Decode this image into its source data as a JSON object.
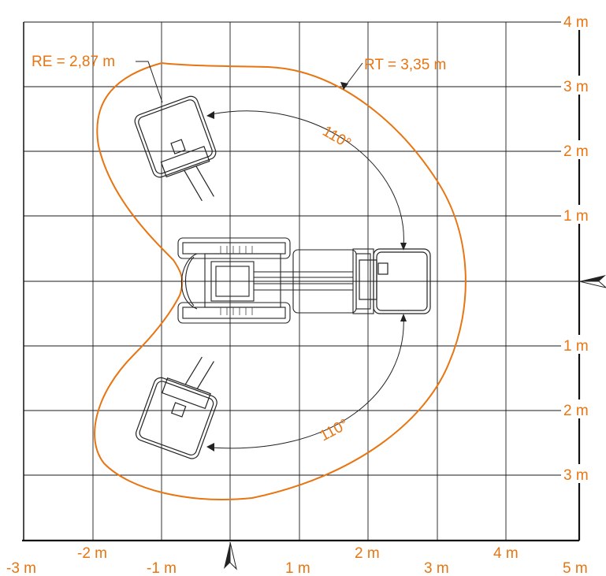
{
  "colors": {
    "accent": "#e87511",
    "grid": "#1a1a1a",
    "ink": "#222222"
  },
  "labels": {
    "re": "RE = 2,87 m",
    "rt": "RT = 3,35 m",
    "angle_top": "110°",
    "angle_bottom": "110°"
  },
  "axis": {
    "x_ticks_lower": [
      "-3 m",
      "-1 m",
      "1 m",
      "3 m",
      "5 m"
    ],
    "x_ticks_upper": [
      "-2 m",
      "2 m",
      "4 m"
    ],
    "y_ticks": [
      "4 m",
      "3 m",
      "2 m",
      "1 m",
      "1 m",
      "2 m",
      "3 m"
    ]
  },
  "icons": [
    "north-arrow-icon",
    "side-arrow-icon"
  ]
}
